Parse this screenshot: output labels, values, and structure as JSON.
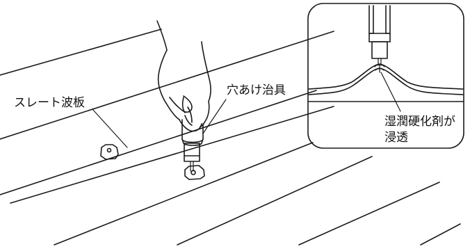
{
  "labels": {
    "slate_sheet": "スレート波板",
    "drill_jig": "穴あけ治具",
    "inset_caption_line1": "湿潤硬化剤が",
    "inset_caption_line2": "浸透"
  }
}
